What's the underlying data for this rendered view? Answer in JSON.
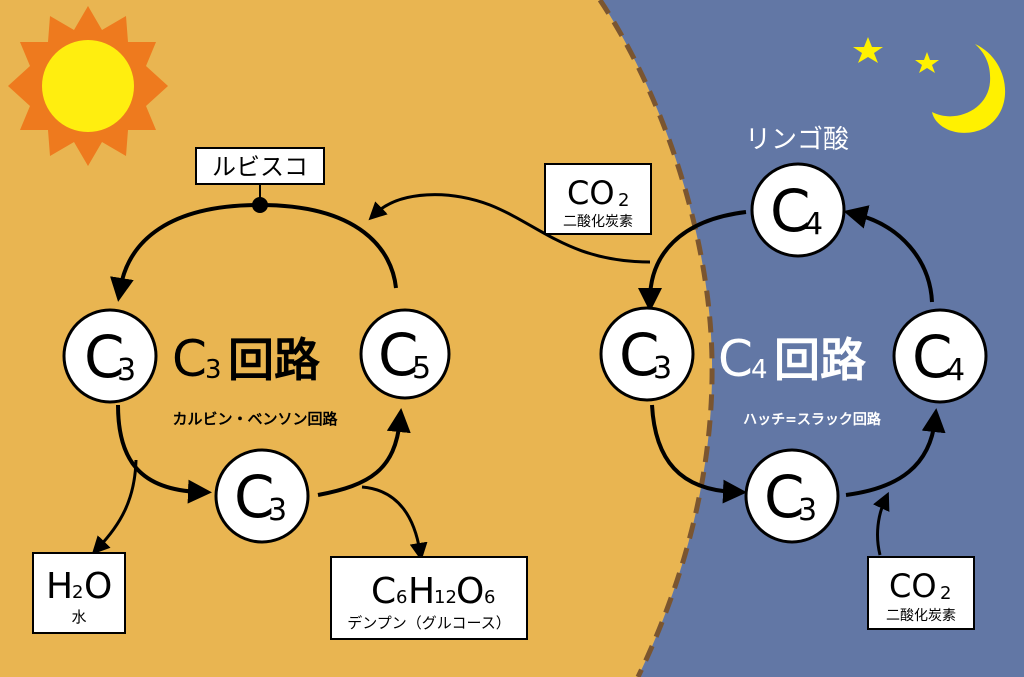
{
  "colors": {
    "day_bg": "#E9B551",
    "night_bg": "#6277A5",
    "sun_rays": "#EE7A1E",
    "sun_core": "#FFEE0F",
    "moon": "#FFF100",
    "divider": "#7A5530",
    "ink": "#000000",
    "white": "#FFFFFF"
  },
  "c3_cycle": {
    "title_main": "C",
    "title_sub": "3",
    "title_tail": "回路",
    "subtitle": "カルビン・ベンソン回路",
    "enzyme_label": "ルビスコ",
    "node_left": {
      "main": "C",
      "sub": "3"
    },
    "node_right": {
      "main": "C",
      "sub": "5"
    },
    "node_bottom": {
      "main": "C",
      "sub": "3"
    }
  },
  "co2_top": {
    "main": "CO",
    "sub": "2",
    "caption": "二酸化炭素"
  },
  "water": {
    "main_h": "H",
    "sub": "2",
    "main_o": "O",
    "caption": "水"
  },
  "glucose": {
    "c": "C",
    "c_sub": "6",
    "h": "H",
    "h_sub": "12",
    "o": "O",
    "o_sub": "6",
    "caption": "デンプン（グルコース）"
  },
  "c4_cycle": {
    "title_main": "C",
    "title_sub": "4",
    "title_tail": "回路",
    "subtitle": "ハッチ=スラック回路",
    "malate_label": "リンゴ酸",
    "node_top": {
      "main": "C",
      "sub": "4"
    },
    "node_left": {
      "main": "C",
      "sub": "3"
    },
    "node_right": {
      "main": "C",
      "sub": "4"
    },
    "node_bottom": {
      "main": "C",
      "sub": "3"
    }
  },
  "co2_bottom": {
    "main": "CO",
    "sub": "2",
    "caption": "二酸化炭素"
  }
}
